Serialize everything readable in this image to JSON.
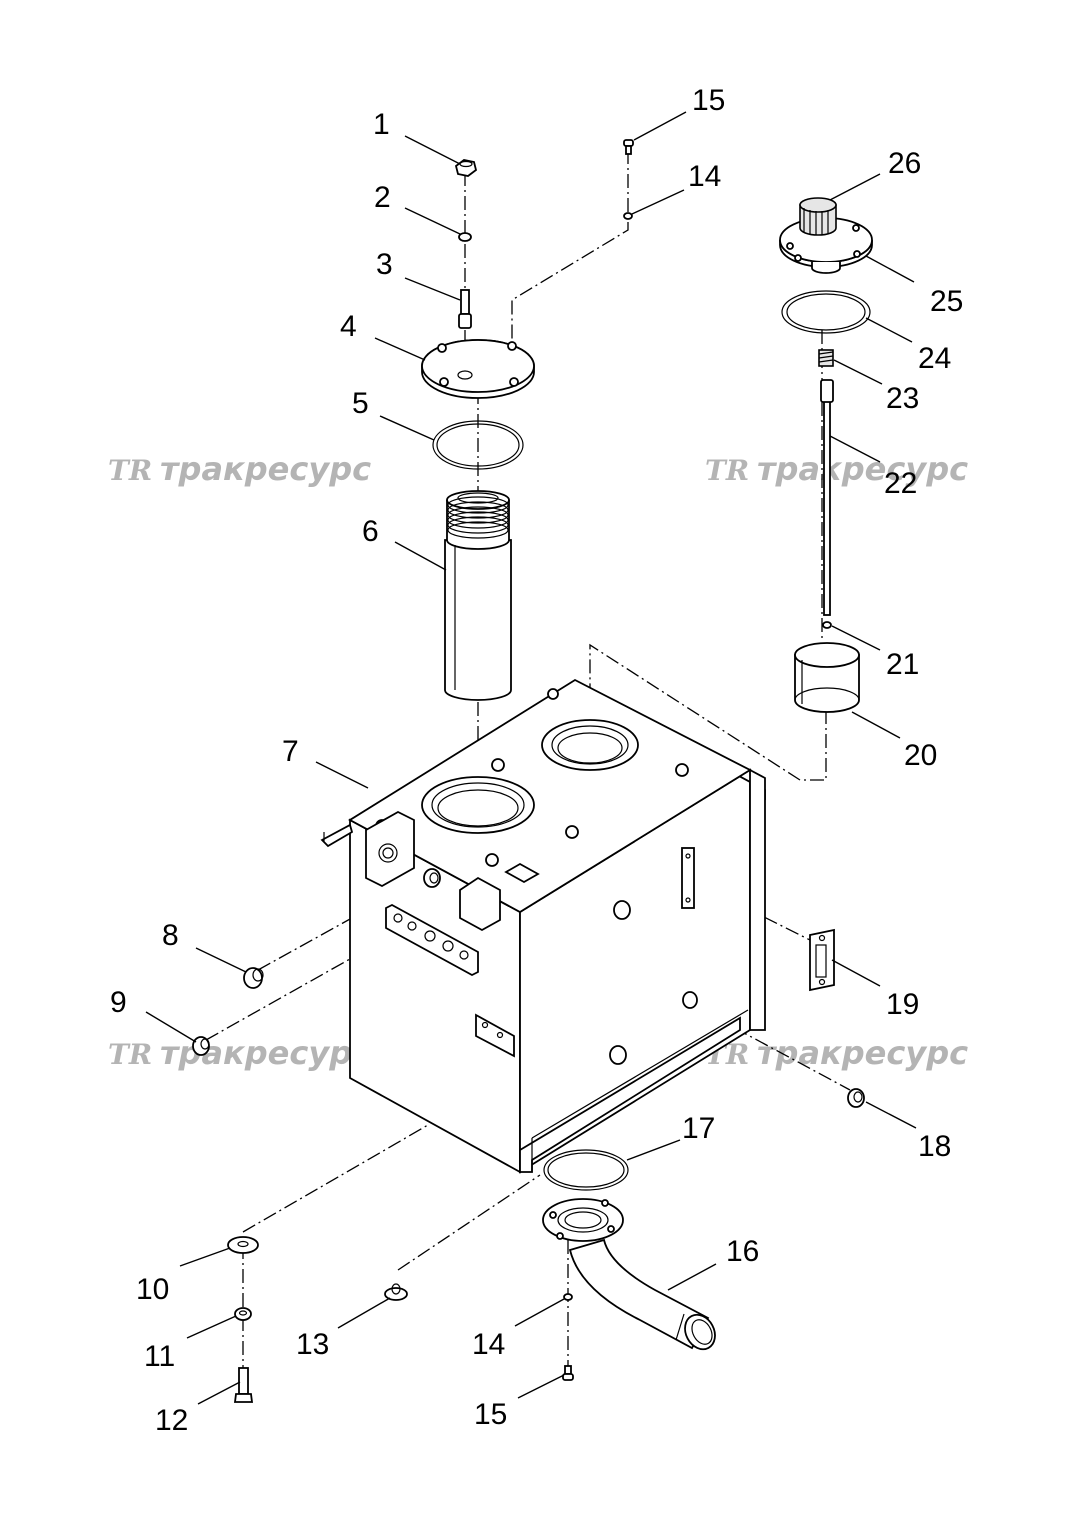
{
  "watermark": {
    "logo": "TR",
    "text": "тракресурс"
  },
  "callouts": [
    {
      "id": "c1",
      "label": "1"
    },
    {
      "id": "c2",
      "label": "2"
    },
    {
      "id": "c3",
      "label": "3"
    },
    {
      "id": "c4",
      "label": "4"
    },
    {
      "id": "c5",
      "label": "5"
    },
    {
      "id": "c6",
      "label": "6"
    },
    {
      "id": "c7",
      "label": "7"
    },
    {
      "id": "c8",
      "label": "8"
    },
    {
      "id": "c9",
      "label": "9"
    },
    {
      "id": "c10",
      "label": "10"
    },
    {
      "id": "c11",
      "label": "11"
    },
    {
      "id": "c12",
      "label": "12"
    },
    {
      "id": "c13",
      "label": "13"
    },
    {
      "id": "c14a",
      "label": "14"
    },
    {
      "id": "c14b",
      "label": "14"
    },
    {
      "id": "c15a",
      "label": "15"
    },
    {
      "id": "c15b",
      "label": "15"
    },
    {
      "id": "c16",
      "label": "16"
    },
    {
      "id": "c17",
      "label": "17"
    },
    {
      "id": "c18",
      "label": "18"
    },
    {
      "id": "c19",
      "label": "19"
    },
    {
      "id": "c20",
      "label": "20"
    },
    {
      "id": "c21",
      "label": "21"
    },
    {
      "id": "c22",
      "label": "22"
    },
    {
      "id": "c23",
      "label": "23"
    },
    {
      "id": "c24",
      "label": "24"
    },
    {
      "id": "c25",
      "label": "25"
    },
    {
      "id": "c26",
      "label": "26"
    }
  ]
}
